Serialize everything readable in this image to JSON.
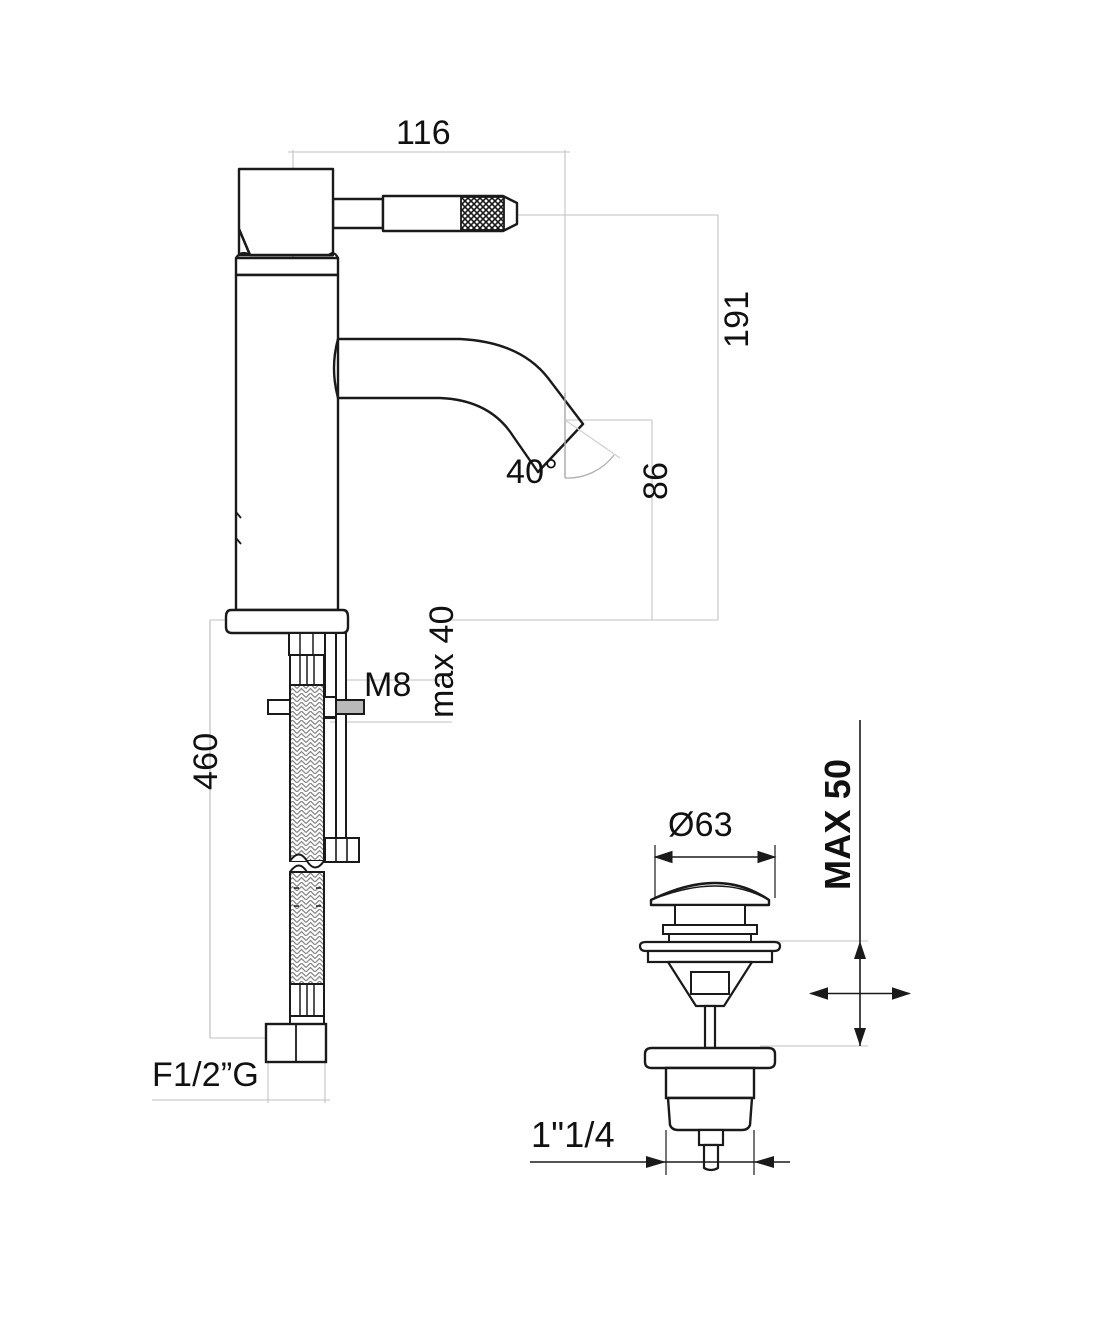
{
  "drawing": {
    "title": "Single-lever basin mixer with pop-up waste — dimensioned technical drawing",
    "units": "mm",
    "line_color": "#1a1a1a",
    "thin_line_color": "#b8b8b8",
    "hatch_color": "#808080",
    "background": "#ffffff"
  },
  "views": [
    {
      "name": "faucet-elevation",
      "label": "Single-lever basin mixer, side elevation"
    },
    {
      "name": "waste-elevation",
      "label": "Pop-up waste / drain assembly, side elevation"
    }
  ],
  "dimensions": {
    "spout_reach": {
      "value": "116",
      "orientation": "horizontal",
      "name": "spout-reach"
    },
    "overall_height": {
      "value": "191",
      "orientation": "vertical-rotated",
      "name": "overall-height"
    },
    "spout_outlet_height": {
      "value": "86",
      "orientation": "vertical-rotated",
      "name": "spout-outlet-height"
    },
    "outlet_angle": {
      "value": "40°",
      "orientation": "horizontal",
      "name": "outlet-angle"
    },
    "hose_length": {
      "value": "460",
      "orientation": "vertical-rotated",
      "name": "hose-length"
    },
    "max_counter_thickness": {
      "value": "max 40",
      "orientation": "vertical-rotated",
      "name": "max-counter-thickness"
    },
    "fixing_thread": {
      "value": "M8",
      "orientation": "horizontal",
      "name": "fixing-thread"
    },
    "inlet_thread": {
      "value": "F1/2”G",
      "orientation": "horizontal",
      "name": "inlet-thread"
    },
    "waste_cap_diameter": {
      "value": "Ø63",
      "orientation": "horizontal",
      "name": "waste-cap-diameter"
    },
    "waste_max_thickness": {
      "value": "MAX 50",
      "orientation": "vertical-rotated",
      "name": "waste-max-thickness"
    },
    "waste_outlet_thread": {
      "value": "1\"1/4",
      "orientation": "horizontal",
      "name": "waste-outlet-thread"
    }
  },
  "parts": {
    "faucet": [
      "handle-lever",
      "knurled-grip",
      "cartridge-cap",
      "body-column",
      "spout",
      "spout-outlet",
      "base-escutcheon",
      "fixing-stud",
      "fixing-nut",
      "flexible-hose",
      "hose-connector-nut"
    ],
    "waste": [
      "waste-cap",
      "waste-seal",
      "waste-flange",
      "waste-spring-cage",
      "waste-stem",
      "waste-body-flange",
      "waste-body",
      "waste-tailpiece"
    ]
  }
}
